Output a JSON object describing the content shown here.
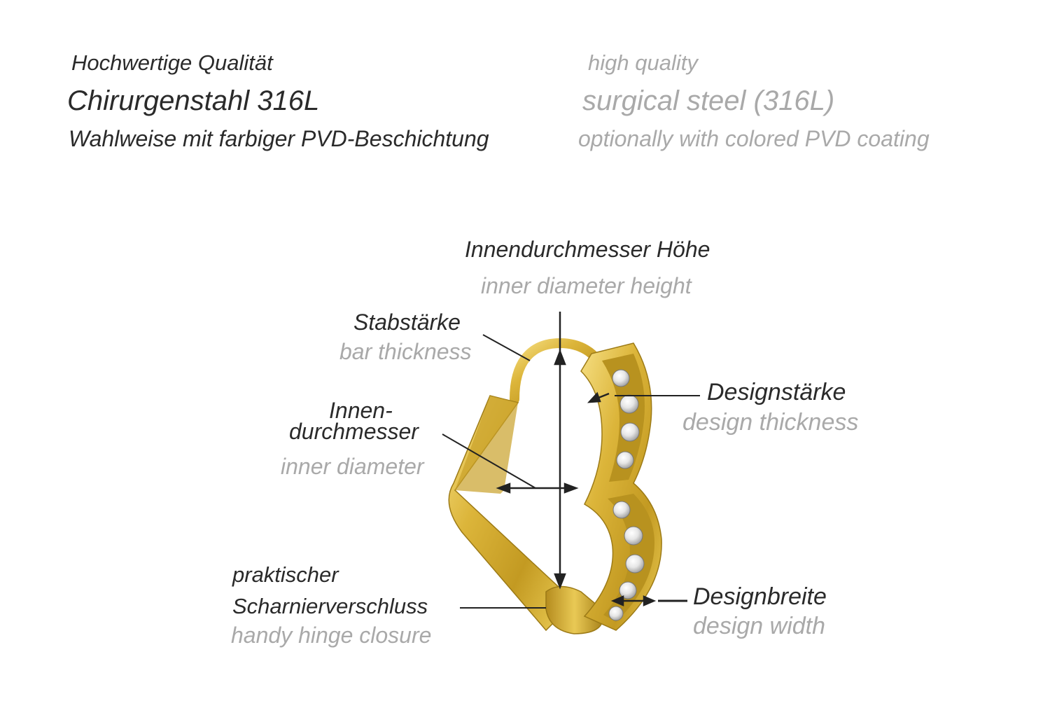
{
  "header": {
    "quality_de": "Hochwertige Qualität",
    "quality_en": "high quality",
    "steel_de": "Chirurgenstahl 316L",
    "steel_en": "surgical steel (316L)",
    "pvd_de": "Wahlweise mit farbiger PVD-Beschichtung",
    "pvd_en": "optionally with colored PVD coating"
  },
  "labels": {
    "inner_height_de": "Innendurchmesser Höhe",
    "inner_height_en": "inner diameter height",
    "bar_thickness_de": "Stabstärke",
    "bar_thickness_en": "bar thickness",
    "inner_diameter_de_1": "Innen-",
    "inner_diameter_de_2": "durchmesser",
    "inner_diameter_en": "inner diameter",
    "hinge_de_1": "praktischer",
    "hinge_de_2": "Scharnierverschluss",
    "hinge_en": "handy hinge closure",
    "design_thickness_de": "Designstärke",
    "design_thickness_en": "design thickness",
    "design_width_de": "Designbreite",
    "design_width_en": "design width"
  },
  "colors": {
    "gold": "#d8b436",
    "gold_dark": "#a07d18",
    "gold_light": "#f4dc7a",
    "german_text": "#2a2a2a",
    "english_text": "#a9a9a9"
  }
}
